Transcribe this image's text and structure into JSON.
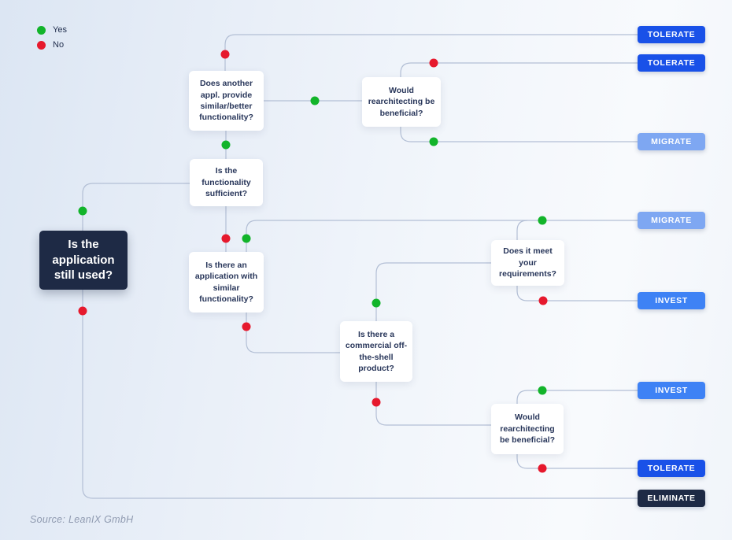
{
  "legend": {
    "items": [
      {
        "label": "Yes",
        "color": "#12b42a"
      },
      {
        "label": "No",
        "color": "#e6192d"
      }
    ]
  },
  "source": {
    "text": "Source: LeanIX GmbH"
  },
  "diagram": {
    "type": "decision-flowchart",
    "root": {
      "text": "Is the application still used?"
    },
    "questions": {
      "similar_better": {
        "text": "Does another appl. provide similar/better functionality?"
      },
      "rearchitecting_top": {
        "text": "Would rearchitecting be beneficial?"
      },
      "functionality_sufficient": {
        "text": "Is the functionality sufficient?"
      },
      "similar_functionality": {
        "text": "Is there an application with similar functionality?"
      },
      "meets_requirements": {
        "text": "Does it meet your requirements?"
      },
      "commercial_product": {
        "text": "Is there a commercial off-the-shell product?"
      },
      "rearchitecting_bottom": {
        "text": "Would rearchitecting be beneficial?"
      }
    },
    "outcomes": {
      "tolerate_1": {
        "label": "TOLERATE",
        "color": "#1951e8"
      },
      "tolerate_2": {
        "label": "TOLERATE",
        "color": "#1951e8"
      },
      "migrate_1": {
        "label": "MIGRATE",
        "color": "#7ea7f2"
      },
      "migrate_2": {
        "label": "MIGRATE",
        "color": "#7ea7f2"
      },
      "invest_1": {
        "label": "INVEST",
        "color": "#3e82f5"
      },
      "invest_2": {
        "label": "INVEST",
        "color": "#3e82f5"
      },
      "tolerate_3": {
        "label": "TOLERATE",
        "color": "#1951e8"
      },
      "eliminate": {
        "label": "ELIMINATE",
        "color": "#1e2a45"
      }
    },
    "colors": {
      "yes_dot": "#12b42a",
      "no_dot": "#e6192d",
      "connector": "#b3bfd5",
      "root_box": "#1e2a45"
    }
  }
}
